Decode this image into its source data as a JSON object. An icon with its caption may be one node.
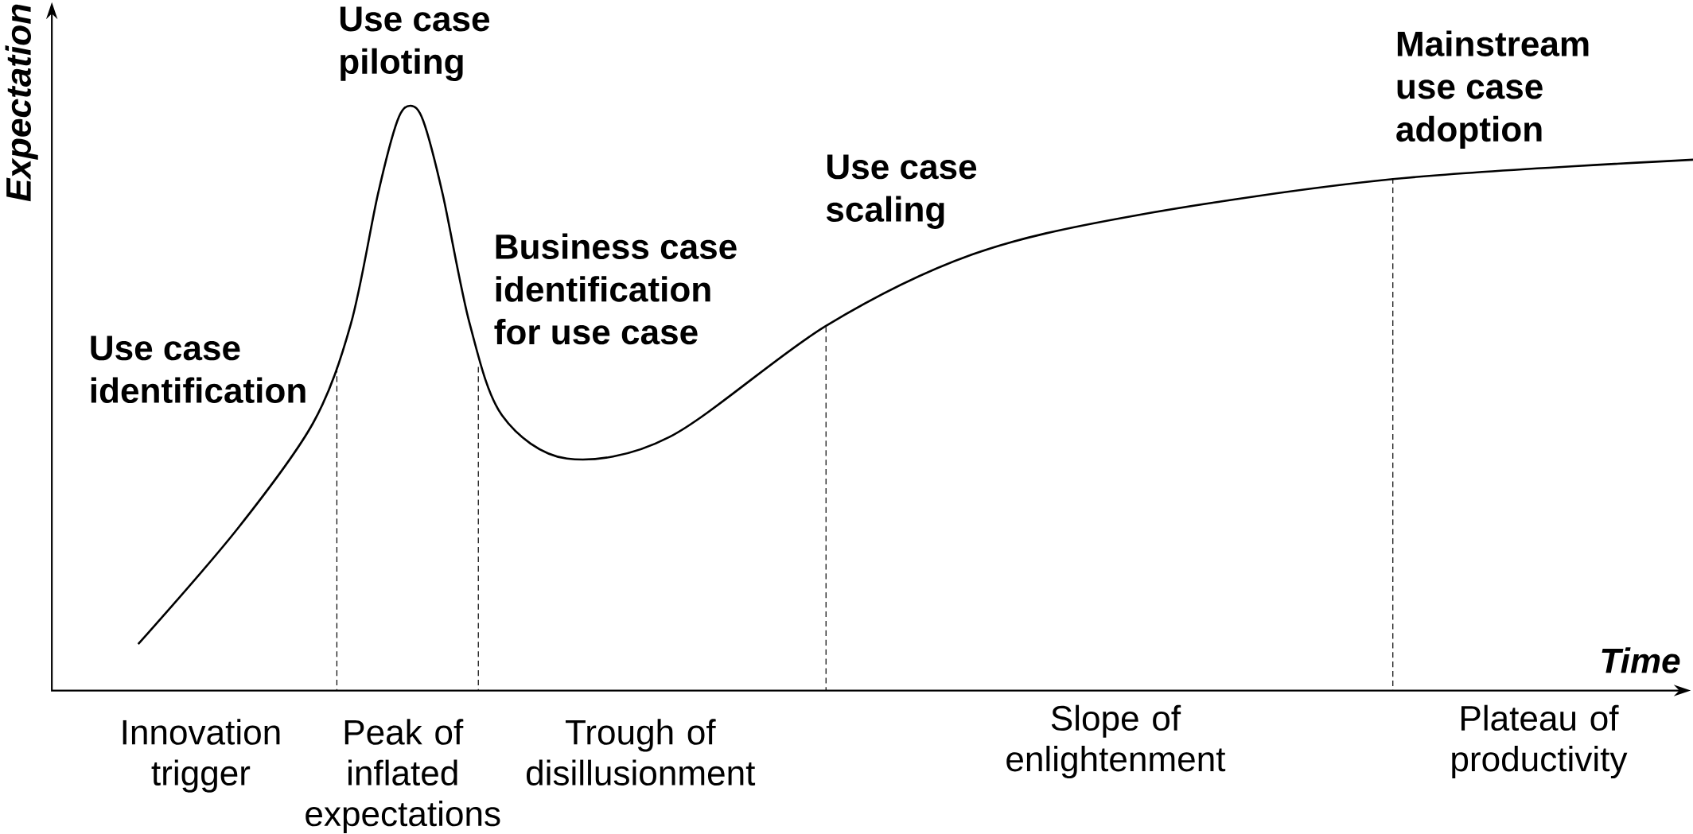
{
  "diagram": {
    "labels": [
      "Expectation",
      "Use case piloting",
      "Mainstream use case adoption",
      "Use case scaling",
      "Business case identification for use case",
      "Use case identification",
      "Time",
      "Innovation trigger",
      "Peak of inflated expectations",
      "Trough of disillusionment",
      "Slope of enlightenment",
      "Plateau of productivity"
    ]
  }
}
